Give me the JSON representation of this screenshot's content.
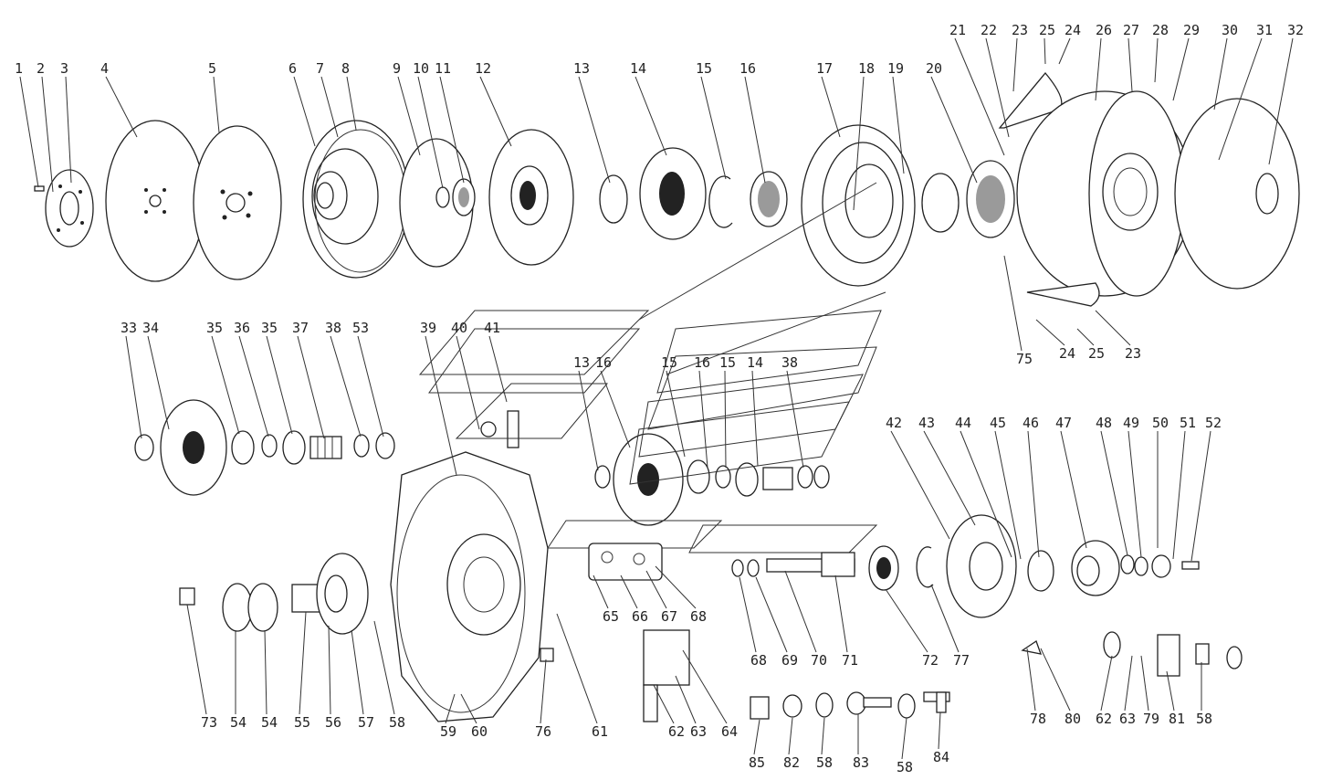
{
  "labels": {
    "row1": [
      "1",
      "2",
      "3",
      "4",
      "5",
      "6",
      "7",
      "8",
      "9",
      "10",
      "11",
      "12",
      "13",
      "14",
      "15",
      "16",
      "17",
      "18",
      "19",
      "20",
      "21",
      "22",
      "23",
      "25",
      "24",
      "26",
      "27",
      "28",
      "29",
      "30",
      "31",
      "32"
    ],
    "row1_bottom": [
      "75",
      "24",
      "25",
      "23"
    ],
    "row2": [
      "33",
      "34",
      "35",
      "36",
      "35",
      "37",
      "38",
      "53",
      "39",
      "40",
      "41",
      "13",
      "16",
      "15",
      "16",
      "15",
      "14",
      "38"
    ],
    "row3": [
      "42",
      "43",
      "44",
      "45",
      "46",
      "47",
      "48",
      "49",
      "50",
      "51",
      "52"
    ],
    "row4": [
      "73",
      "54",
      "54",
      "55",
      "56",
      "57",
      "58",
      "59",
      "60",
      "76",
      "61",
      "62",
      "63",
      "64",
      "65",
      "66",
      "67",
      "68",
      "68",
      "69",
      "70",
      "71",
      "72",
      "77",
      "78",
      "80",
      "62",
      "63",
      "79",
      "81",
      "58"
    ],
    "row5": [
      "85",
      "82",
      "58",
      "83",
      "58",
      "84"
    ]
  }
}
